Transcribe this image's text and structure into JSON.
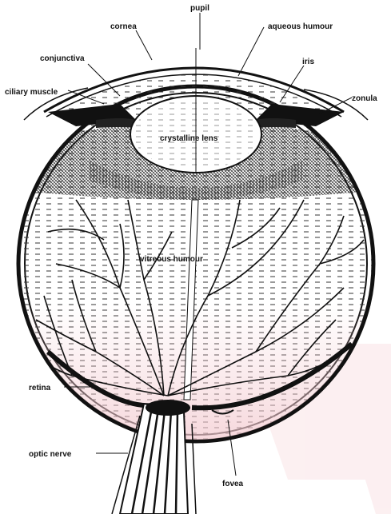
{
  "figure": {
    "labels": {
      "pupil": "pupil",
      "cornea": "cornea",
      "aqueous_humour": "aqueous humour",
      "conjunctiva": "conjunctiva",
      "iris": "iris",
      "ciliary_muscle": "ciliary muscle",
      "zonula": "zonula",
      "crystalline_lens": "crystalline lens",
      "vitreous_humour": "vitreous humour",
      "retina": "retina",
      "optic_nerve": "optic nerve",
      "fovea": "fovea"
    },
    "colors": {
      "ink": "#111111",
      "tint": "#f3c9cf",
      "paper": "#ffffff"
    }
  }
}
